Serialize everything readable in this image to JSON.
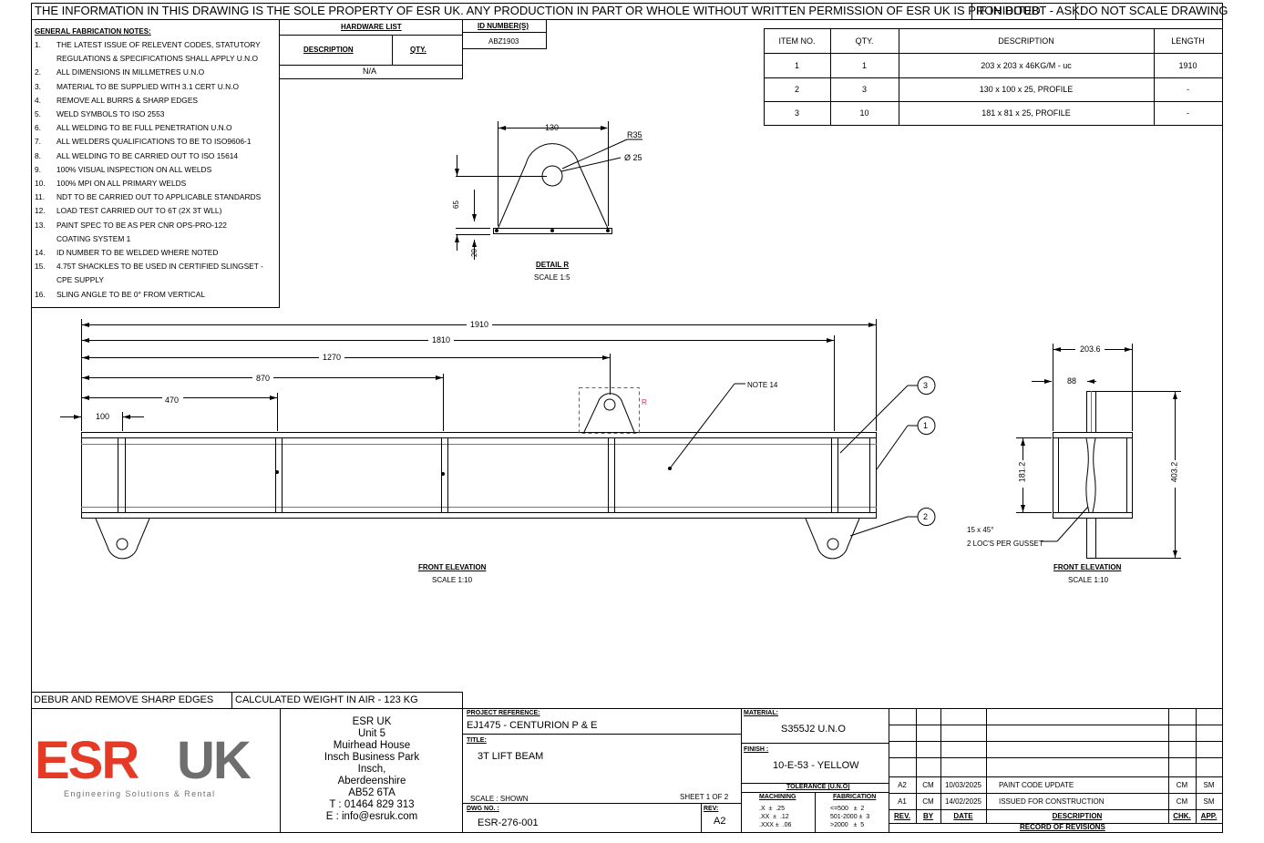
{
  "header": {
    "ownership": "THE INFORMATION IN THIS DRAWING IS THE SOLE PROPERTY OF ESR UK. ANY PRODUCTION IN PART OR WHOLE WITHOUT WRITTEN PERMISSION OF ESR UK IS PROHIBITED",
    "doubt": "IF IN DOUBT - ASK!",
    "no_scale": "DO NOT SCALE DRAWING"
  },
  "notes": {
    "title": "GENERAL FABRICATION NOTES:",
    "items": [
      {
        "num": "1.",
        "text": "THE LATEST ISSUE OF RELEVENT CODES, STATUTORY"
      },
      {
        "num": "",
        "text": "REGULATIONS & SPECIFICATIONS SHALL APPLY U.N.O"
      },
      {
        "num": "2.",
        "text": "ALL DIMENSIONS IN MILLMETRES U.N.O"
      },
      {
        "num": "3.",
        "text": "MATERIAL TO BE SUPPLIED WITH 3.1 CERT U.N.O"
      },
      {
        "num": "4.",
        "text": "REMOVE ALL BURRS & SHARP EDGES"
      },
      {
        "num": "5.",
        "text": "WELD SYMBOLS TO ISO 2553"
      },
      {
        "num": "6.",
        "text": "ALL WELDING TO BE FULL PENETRATION U.N.O"
      },
      {
        "num": "7.",
        "text": "ALL WELDERS QUALIFICATIONS TO BE TO ISO9606-1"
      },
      {
        "num": "8.",
        "text": "ALL WELDING TO BE CARRIED OUT TO ISO 15614"
      },
      {
        "num": "9.",
        "text": "100% VISUAL INSPECTION ON ALL WELDS"
      },
      {
        "num": "10.",
        "text": "100% MPI ON ALL PRIMARY WELDS"
      },
      {
        "num": "11.",
        "text": "NDT TO BE CARRIED OUT TO APPLICABLE STANDARDS"
      },
      {
        "num": "12.",
        "text": "LOAD TEST CARRIED OUT TO 6T (2X 3T WLL)"
      },
      {
        "num": "13.",
        "text": "PAINT SPEC TO BE AS PER CNR OPS-PRO-122"
      },
      {
        "num": "",
        "text": "COATING SYSTEM 1"
      },
      {
        "num": "14.",
        "text": "ID NUMBER TO BE WELDED WHERE NOTED"
      },
      {
        "num": "15.",
        "text": "4.75T SHACKLES TO BE USED IN CERTIFIED SLINGSET -"
      },
      {
        "num": "",
        "text": "CPE SUPPLY"
      },
      {
        "num": "16.",
        "text": "SLING ANGLE TO BE 0° FROM VERTICAL"
      }
    ]
  },
  "hardware": {
    "title": "HARDWARE LIST",
    "col_desc": "DESCRIPTION",
    "col_qty": "QTY.",
    "value": "N/A",
    "id_title": "ID NUMBER(S)",
    "id_value": "ABZ1903"
  },
  "bom": {
    "headers": [
      "ITEM NO.",
      "QTY.",
      "DESCRIPTION",
      "LENGTH"
    ],
    "rows": [
      [
        "1",
        "1",
        "203 x 203 x 46KG/M - uc",
        "1910"
      ],
      [
        "2",
        "3",
        "130 x 100 x 25, PROFILE",
        "-"
      ],
      [
        "3",
        "10",
        "181 x 81 x 25, PROFILE",
        "-"
      ]
    ]
  },
  "detail": {
    "dim_width": "130",
    "radius": "R35",
    "hole": "Ø 25",
    "dim_height": "65",
    "dim_base": "20",
    "title": "DETAIL R",
    "scale": "SCALE 1:5"
  },
  "front": {
    "dims": [
      "1910",
      "1810",
      "1270",
      "870",
      "470",
      "100"
    ],
    "note": "NOTE 14",
    "detail_marker": "R",
    "balloons": [
      "3",
      "1",
      "2"
    ],
    "title": "FRONT ELEVATION",
    "scale": "SCALE 1:10"
  },
  "side": {
    "dim_width": "203.6",
    "dim_88": "88",
    "dim_181": "181.2",
    "dim_403": "403.2",
    "chamfer": "15 x 45°",
    "gusset": "2 LOC'S PER GUSSET",
    "title": "FRONT ELEVATION",
    "scale": "SCALE 1:10"
  },
  "bottom": {
    "debur": "DEBUR AND REMOVE SHARP EDGES",
    "weight": "CALCULATED WEIGHT IN AIR - 123 KG",
    "logo_esr": "ESR",
    "logo_uk": "UK",
    "logo_tagline": "Engineering Solutions & Rental",
    "address": [
      "ESR UK",
      "Unit 5",
      "Muirhead House",
      "Insch Business Park",
      "Insch,",
      "Aberdeenshire",
      "AB52 6TA",
      "T : 01464 829 313",
      "E : info@esruk.com"
    ],
    "project_ref_label": "PROJECT REFERENCE:",
    "project_ref": "EJ1475 - CENTURION P & E",
    "title_label": "TITLE:",
    "title": "3T LIFT BEAM",
    "scale": "SCALE : SHOWN",
    "sheet": "SHEET 1 OF 2",
    "dwg_label": "DWG NO. :",
    "dwg": "ESR-276-001",
    "rev_label": "REV:",
    "rev": "A2",
    "material_label": "MATERIAL:",
    "material": "S355J2 U.N.O",
    "finish_label": "FINISH :",
    "finish": "10-E-53 - YELLOW",
    "tolerance_label": "TOLERANCE (U.N.O)",
    "machining_label": "MACHINING",
    "fabrication_label": "FABRICATION",
    "machining": [
      ".X  ±  .25",
      ".XX  ±  .12",
      ".XXX ±  .06"
    ],
    "fabrication": [
      "<=500   ±  2",
      "501-2000 ±  3",
      ">2000   ±  5"
    ]
  },
  "revisions": {
    "rows": [
      {
        "rev": "A2",
        "by": "CM",
        "date": "10/03/2025",
        "desc": "PAINT CODE UPDATE",
        "chk": "CM",
        "app": "SM"
      },
      {
        "rev": "A1",
        "by": "CM",
        "date": "14/02/2025",
        "desc": "ISSUED FOR CONSTRUCTION",
        "chk": "CM",
        "app": "SM"
      }
    ],
    "headers": {
      "rev": "REV.",
      "by": "BY",
      "date": "DATE",
      "desc": "DESCRIPTION",
      "chk": "CHK.",
      "app": "APP."
    },
    "title": "RECORD OF REVISIONS"
  },
  "colors": {
    "logo_red": "#e53b26",
    "logo_grey": "#6e6e6e",
    "detail_marker": "#d4296b"
  }
}
